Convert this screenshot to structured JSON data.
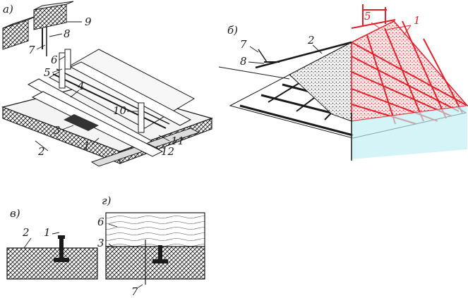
{
  "panels": {
    "a": "а)",
    "b": "б)",
    "v": "в)",
    "g": "г)"
  },
  "callouts_a": [
    "9",
    "8",
    "7",
    "6",
    "5",
    "4",
    "10",
    "3",
    "2",
    "1",
    "11",
    "12"
  ],
  "callouts_b": [
    "1",
    "5",
    "2",
    "7",
    "8"
  ],
  "callouts_v": [
    "2",
    "1"
  ],
  "callouts_g": [
    "6",
    "3",
    "7"
  ],
  "colors": {
    "ink": "#1a1a1a",
    "accent_red": "#e0202a",
    "tint_cyan": "#bfeef2"
  }
}
